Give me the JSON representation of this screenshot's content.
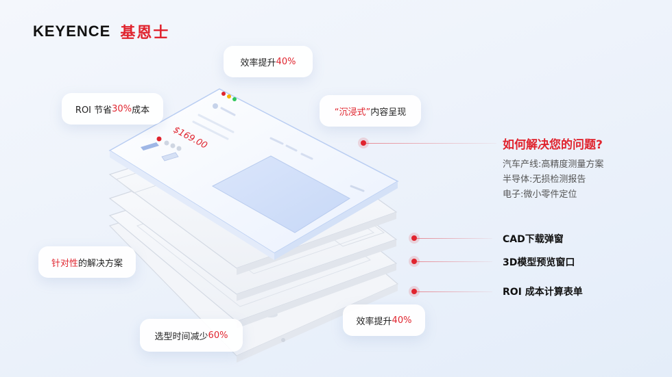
{
  "brand": {
    "name_en": "KEYENCE",
    "name_cn": "基恩士",
    "color": "#e0242e"
  },
  "pills": {
    "efficiency_top": {
      "pre": "效率提升",
      "hl": "40%",
      "post": ""
    },
    "roi_save": {
      "pre": "ROI 节省",
      "hl": "30%",
      "post": "成本"
    },
    "immersive": {
      "pre": "",
      "hl": "“沉浸式”",
      "post": "内容呈现"
    },
    "targeted": {
      "pre": "",
      "hl": "针对性",
      "post": "的解决方案"
    },
    "selection": {
      "pre": "选型时间减少",
      "hl": "60%",
      "post": ""
    },
    "efficiency_bottom": {
      "pre": "效率提升",
      "hl": "40%",
      "post": ""
    }
  },
  "card": {
    "price": "$169.00"
  },
  "question": {
    "title": "如何解决您的问题?",
    "items": [
      "汽车产线:高精度测量方案",
      "半导体:无损检测报告",
      "电子:微小零件定位"
    ]
  },
  "features": [
    "CAD下载弹窗",
    "3D模型预览窗口",
    "ROI 成本计算表单"
  ]
}
